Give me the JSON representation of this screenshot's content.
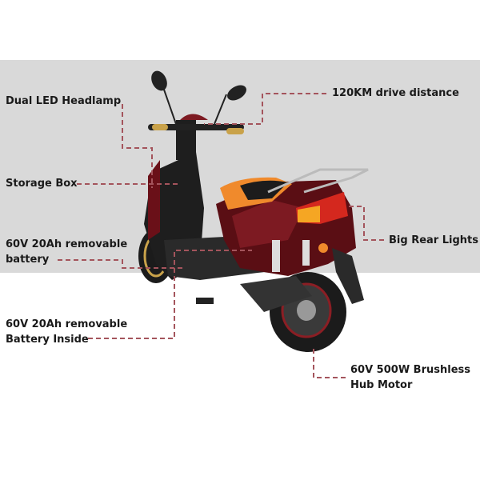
{
  "labels": {
    "headlamp": "Dual LED Headlamp",
    "drive_distance": "120KM drive distance",
    "storage_box": "Storage Box",
    "battery_line1": "60V 20Ah removable",
    "battery_line2": "battery",
    "rear_lights": "Big Rear Lights",
    "battery_inside_line1": "60V 20Ah removable",
    "battery_inside_line2": "Battery Inside",
    "motor_line1": "60V 500W Brushless",
    "motor_line2": "Hub Motor"
  },
  "colors": {
    "band": "#d9d9d9",
    "callout_line": "#a4545c",
    "body": "#5a0e14",
    "seat": "#f08a2c"
  }
}
